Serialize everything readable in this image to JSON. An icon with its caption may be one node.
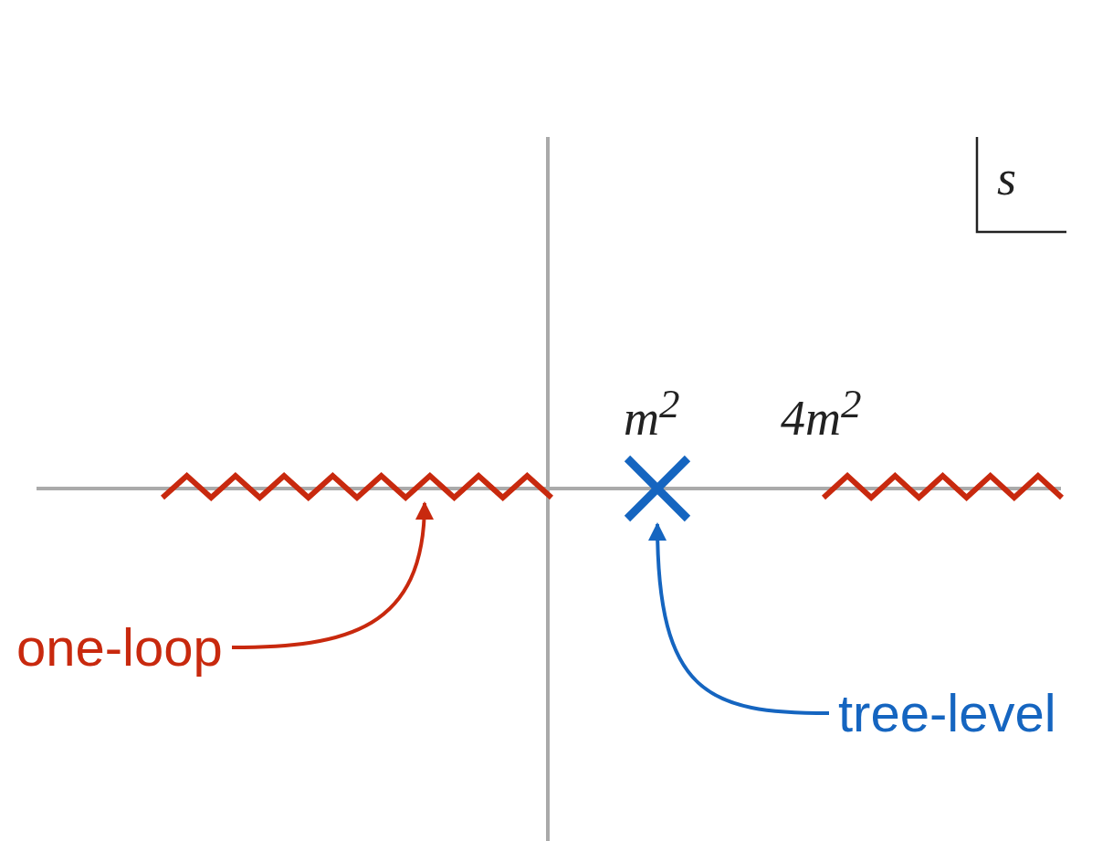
{
  "diagram": {
    "nodes": [
      {
        "text": [],
        "shape": "zigzag"
      },
      {
        "text": [],
        "shape": "cross"
      },
      {
        "text": [],
        "shape": "zigzag"
      },
      {
        "text": [
          "one-loop"
        ]
      },
      {
        "text": [
          "tree-level"
        ]
      }
    ],
    "edges": [
      {
        "from": 3,
        "to": 0,
        "arrow": "to",
        "color": "#c8290e"
      },
      {
        "from": 4,
        "to": 1,
        "arrow": "to",
        "color": "#1565c0"
      }
    ],
    "labels": [
      "s",
      "m$^{2}$",
      "4m$^{2}$"
    ]
  }
}
